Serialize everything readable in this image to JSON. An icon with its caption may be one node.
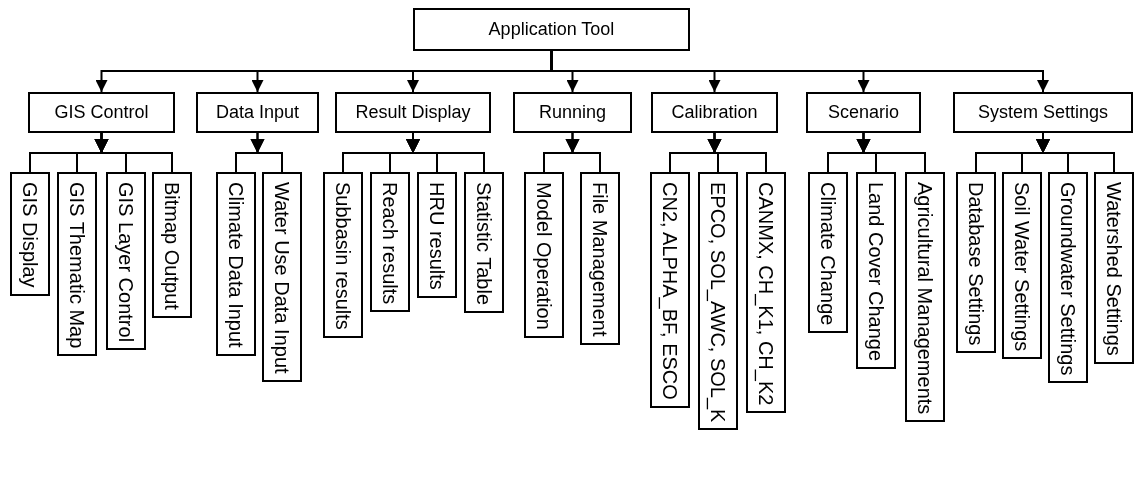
{
  "diagram": {
    "nodes": [
      {
        "text": [
          "Application Tool"
        ]
      },
      {
        "text": [
          "GIS Control"
        ]
      },
      {
        "text": [
          "Data Input"
        ]
      },
      {
        "text": [
          "Result Display"
        ]
      },
      {
        "text": [
          "Running"
        ]
      },
      {
        "text": [
          "Calibration"
        ]
      },
      {
        "text": [
          "Scenario"
        ]
      },
      {
        "text": [
          "System Settings"
        ]
      },
      {
        "text": [
          "GIS Display"
        ]
      },
      {
        "text": [
          "GIS Thematic Map"
        ]
      },
      {
        "text": [
          "GIS Layer Control"
        ]
      },
      {
        "text": [
          "Bitmap Output"
        ]
      },
      {
        "text": [
          "Climate Data Input"
        ]
      },
      {
        "text": [
          "Water Use Data Input"
        ]
      },
      {
        "text": [
          "Subbasin results"
        ]
      },
      {
        "text": [
          "Reach results"
        ]
      },
      {
        "text": [
          "HRU results"
        ]
      },
      {
        "text": [
          "Statistic Table"
        ]
      },
      {
        "text": [
          "Model Operation"
        ]
      },
      {
        "text": [
          "File Management"
        ]
      },
      {
        "text": [
          "CN2, ALPHA_BF, ESCO"
        ]
      },
      {
        "text": [
          "EPCO, SOL_AWC, SOL_K"
        ]
      },
      {
        "text": [
          "CANMX, CH_K1, CH_K2"
        ]
      },
      {
        "text": [
          "Climate Change"
        ]
      },
      {
        "text": [
          "Land Cover Change"
        ]
      },
      {
        "text": [
          "Agricultural Managements"
        ]
      },
      {
        "text": [
          "Database Settings"
        ]
      },
      {
        "text": [
          "Soil Water Settings"
        ]
      },
      {
        "text": [
          "Groundwater Settings"
        ]
      },
      {
        "text": [
          "Watershed Settings"
        ]
      }
    ],
    "edges": [
      {
        "from": 0,
        "to": 1,
        "arrow": "to"
      },
      {
        "from": 0,
        "to": 2,
        "arrow": "to"
      },
      {
        "from": 0,
        "to": 3,
        "arrow": "to"
      },
      {
        "from": 0,
        "to": 4,
        "arrow": "to"
      },
      {
        "from": 0,
        "to": 5,
        "arrow": "to"
      },
      {
        "from": 0,
        "to": 6,
        "arrow": "to"
      },
      {
        "from": 0,
        "to": 7,
        "arrow": "to"
      },
      {
        "from": 1,
        "to": 8,
        "arrow": "to"
      },
      {
        "from": 1,
        "to": 9,
        "arrow": "to"
      },
      {
        "from": 1,
        "to": 10,
        "arrow": "to"
      },
      {
        "from": 1,
        "to": 11,
        "arrow": "to"
      },
      {
        "from": 2,
        "to": 12,
        "arrow": "to"
      },
      {
        "from": 2,
        "to": 13,
        "arrow": "to"
      },
      {
        "from": 3,
        "to": 14,
        "arrow": "to"
      },
      {
        "from": 3,
        "to": 15,
        "arrow": "to"
      },
      {
        "from": 3,
        "to": 16,
        "arrow": "to"
      },
      {
        "from": 3,
        "to": 17,
        "arrow": "to"
      },
      {
        "from": 4,
        "to": 18,
        "arrow": "to"
      },
      {
        "from": 4,
        "to": 19,
        "arrow": "to"
      },
      {
        "from": 5,
        "to": 20,
        "arrow": "to"
      },
      {
        "from": 5,
        "to": 21,
        "arrow": "to"
      },
      {
        "from": 5,
        "to": 22,
        "arrow": "to"
      },
      {
        "from": 6,
        "to": 23,
        "arrow": "to"
      },
      {
        "from": 6,
        "to": 24,
        "arrow": "to"
      },
      {
        "from": 6,
        "to": 25,
        "arrow": "to"
      },
      {
        "from": 7,
        "to": 26,
        "arrow": "to"
      },
      {
        "from": 7,
        "to": 27,
        "arrow": "to"
      },
      {
        "from": 7,
        "to": 28,
        "arrow": "to"
      },
      {
        "from": 7,
        "to": 29,
        "arrow": "to"
      }
    ]
  }
}
